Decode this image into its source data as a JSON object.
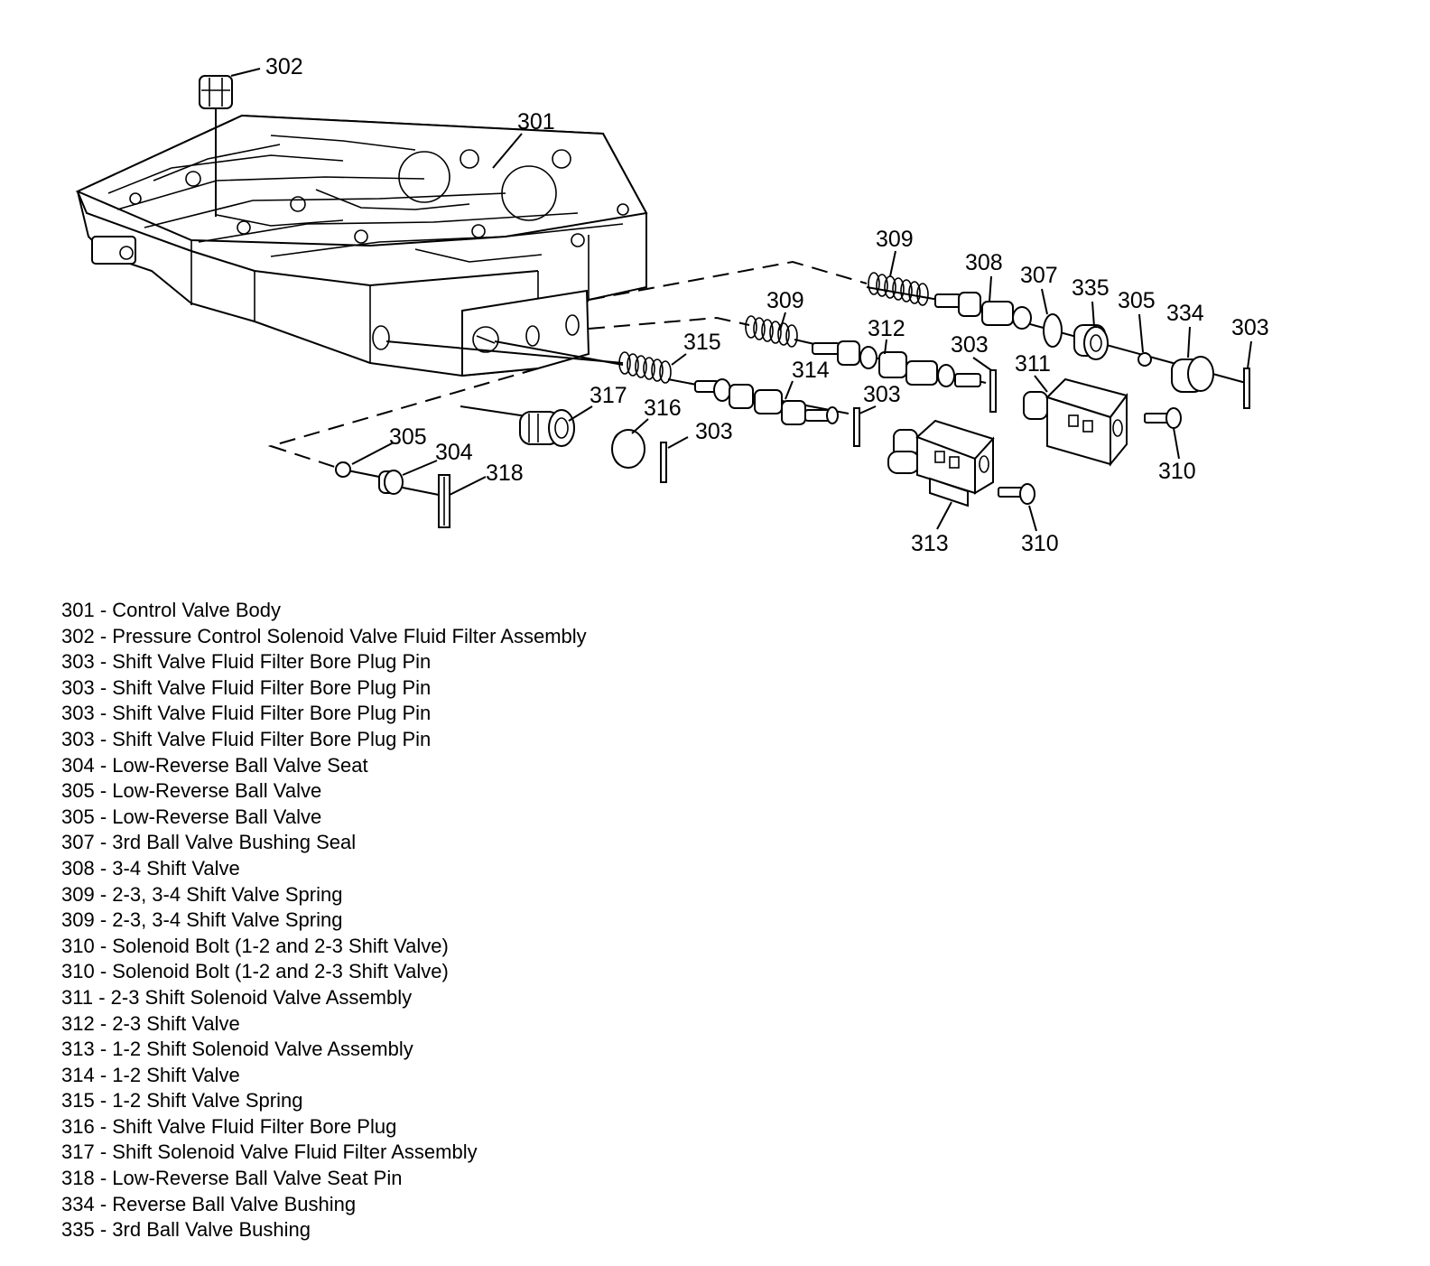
{
  "callouts": [
    "302",
    "301",
    "309",
    "308",
    "307",
    "335",
    "305",
    "334",
    "303",
    "309",
    "312",
    "303",
    "315",
    "314",
    "311",
    "303",
    "317",
    "316",
    "303",
    "305",
    "304",
    "318",
    "310",
    "313",
    "310"
  ],
  "legend": [
    {
      "num": "301",
      "desc": "Control Valve Body"
    },
    {
      "num": "302",
      "desc": "Pressure Control Solenoid Valve Fluid Filter Assembly"
    },
    {
      "num": "303",
      "desc": "Shift Valve Fluid Filter Bore Plug Pin"
    },
    {
      "num": "303",
      "desc": "Shift Valve Fluid Filter Bore Plug Pin"
    },
    {
      "num": "303",
      "desc": "Shift Valve Fluid Filter Bore Plug Pin"
    },
    {
      "num": "303",
      "desc": "Shift Valve Fluid Filter Bore Plug Pin"
    },
    {
      "num": "304",
      "desc": "Low-Reverse Ball Valve Seat"
    },
    {
      "num": "305",
      "desc": "Low-Reverse Ball Valve"
    },
    {
      "num": "305",
      "desc": "Low-Reverse Ball Valve"
    },
    {
      "num": "307",
      "desc": "3rd Ball Valve Bushing Seal"
    },
    {
      "num": "308",
      "desc": "3-4 Shift Valve"
    },
    {
      "num": "309",
      "desc": "2-3, 3-4 Shift Valve Spring"
    },
    {
      "num": "309",
      "desc": "2-3, 3-4 Shift Valve Spring"
    },
    {
      "num": "310",
      "desc": "Solenoid Bolt (1-2 and 2-3 Shift Valve)"
    },
    {
      "num": "310",
      "desc": "Solenoid Bolt (1-2 and 2-3 Shift Valve)"
    },
    {
      "num": "311",
      "desc": "2-3 Shift Solenoid Valve Assembly"
    },
    {
      "num": "312",
      "desc": "2-3 Shift Valve"
    },
    {
      "num": "313",
      "desc": "1-2 Shift Solenoid Valve Assembly"
    },
    {
      "num": "314",
      "desc": "1-2 Shift Valve"
    },
    {
      "num": "315",
      "desc": "1-2 Shift Valve Spring"
    },
    {
      "num": "316",
      "desc": "Shift Valve Fluid Filter Bore Plug"
    },
    {
      "num": "317",
      "desc": "Shift Solenoid Valve Fluid Filter Assembly"
    },
    {
      "num": "318",
      "desc": "Low-Reverse Ball Valve Seat Pin"
    },
    {
      "num": "334",
      "desc": "Reverse Ball Valve Bushing"
    },
    {
      "num": "335",
      "desc": "3rd Ball Valve Bushing"
    }
  ]
}
